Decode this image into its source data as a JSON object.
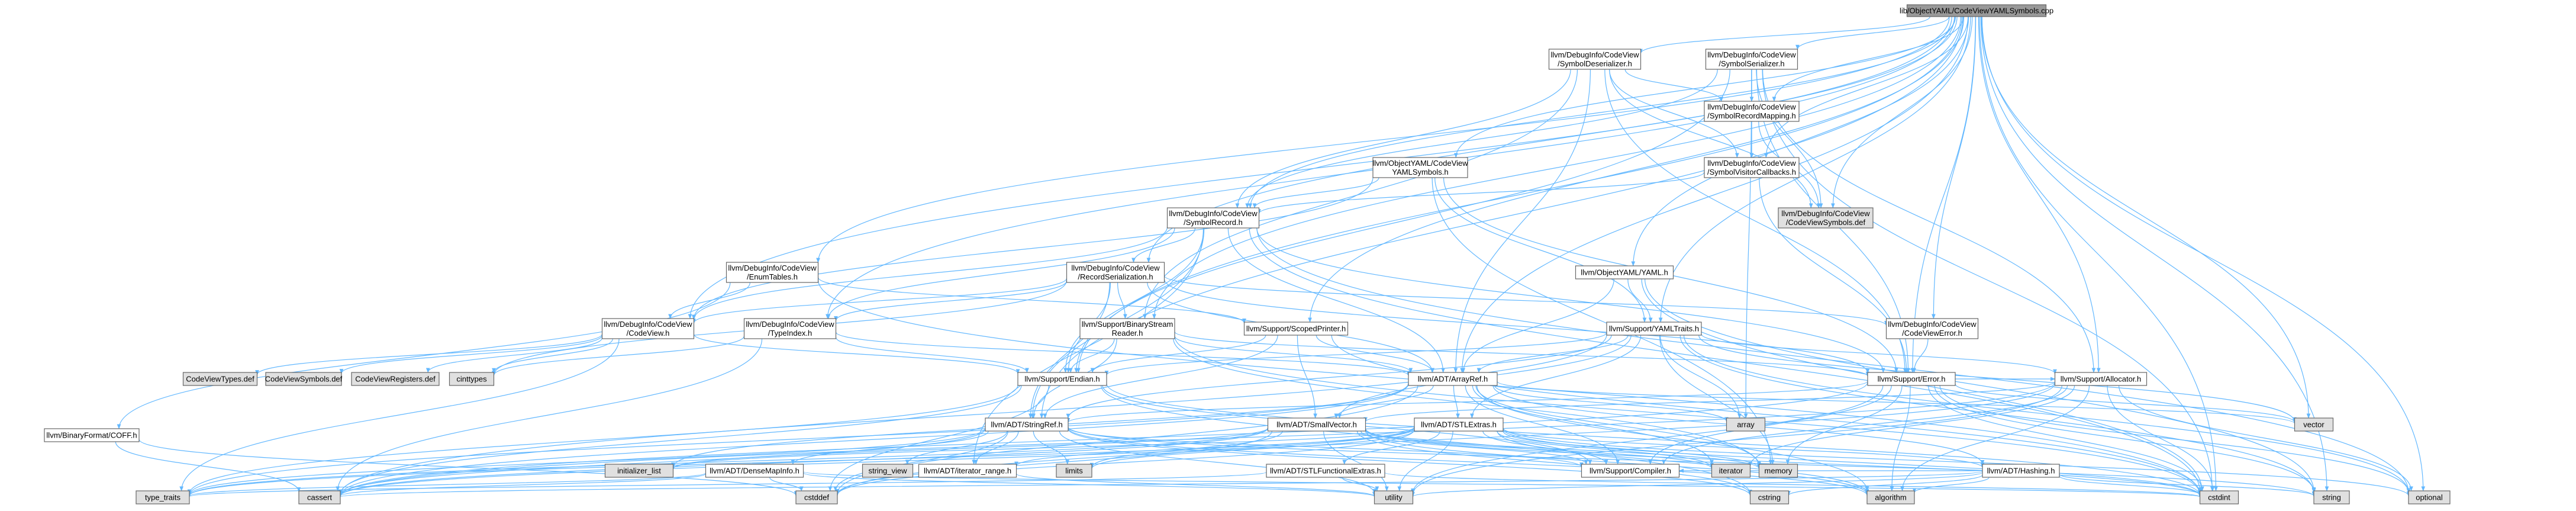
{
  "graph": {
    "colors": {
      "root_fill": "#999999",
      "normal_fill": "#ffffff",
      "red_border": "#ff0000",
      "gray_fill": "#e0e0e0",
      "edge": "#63b8ff"
    },
    "nodes": [
      {
        "id": "root",
        "lines": [
          "lib/ObjectYAML/CodeViewYAMLSymbols.cpp"
        ],
        "style": "root"
      },
      {
        "id": "symdeser",
        "lines": [
          "llvm/DebugInfo/CodeView",
          "/SymbolDeserializer.h"
        ],
        "style": "red"
      },
      {
        "id": "symser",
        "lines": [
          "llvm/DebugInfo/CodeView",
          "/SymbolSerializer.h"
        ],
        "style": "red"
      },
      {
        "id": "symrecmap",
        "lines": [
          "llvm/DebugInfo/CodeView",
          "/SymbolRecordMapping.h"
        ],
        "style": "red"
      },
      {
        "id": "symvis",
        "lines": [
          "llvm/DebugInfo/CodeView",
          "/SymbolVisitorCallbacks.h"
        ],
        "style": "normal"
      },
      {
        "id": "cvsymdef",
        "lines": [
          "llvm/DebugInfo/CodeView",
          "/CodeViewSymbols.def"
        ],
        "style": "gray"
      },
      {
        "id": "yamlsym",
        "lines": [
          "llvm/ObjectYAML/CodeView",
          "YAMLSymbols.h"
        ],
        "style": "normal"
      },
      {
        "id": "symrec",
        "lines": [
          "llvm/DebugInfo/CodeView",
          "/SymbolRecord.h"
        ],
        "style": "red"
      },
      {
        "id": "enumtab",
        "lines": [
          "llvm/DebugInfo/CodeView",
          "/EnumTables.h"
        ],
        "style": "normal"
      },
      {
        "id": "recser",
        "lines": [
          "llvm/DebugInfo/CodeView",
          "/RecordSerialization.h"
        ],
        "style": "normal"
      },
      {
        "id": "objyaml",
        "lines": [
          "llvm/ObjectYAML/YAML.h"
        ],
        "style": "normal"
      },
      {
        "id": "cvh",
        "lines": [
          "llvm/DebugInfo/CodeView",
          "/CodeView.h"
        ],
        "style": "normal"
      },
      {
        "id": "typeidx",
        "lines": [
          "llvm/DebugInfo/CodeView",
          "/TypeIndex.h"
        ],
        "style": "normal"
      },
      {
        "id": "bsr",
        "lines": [
          "llvm/Support/BinaryStream",
          "Reader.h"
        ],
        "style": "red"
      },
      {
        "id": "scoped",
        "lines": [
          "llvm/Support/ScopedPrinter.h"
        ],
        "style": "red"
      },
      {
        "id": "yamltraits",
        "lines": [
          "llvm/Support/YAMLTraits.h"
        ],
        "style": "red"
      },
      {
        "id": "cverr",
        "lines": [
          "llvm/DebugInfo/CodeView",
          "/CodeViewError.h"
        ],
        "style": "normal"
      },
      {
        "id": "cvtypesdef",
        "lines": [
          "CodeViewTypes.def"
        ],
        "style": "gray"
      },
      {
        "id": "cvsymsdef",
        "lines": [
          "CodeViewSymbols.def"
        ],
        "style": "gray"
      },
      {
        "id": "cvregdef",
        "lines": [
          "CodeViewRegisters.def"
        ],
        "style": "gray"
      },
      {
        "id": "cinttypes",
        "lines": [
          "cinttypes"
        ],
        "style": "gray"
      },
      {
        "id": "coff",
        "lines": [
          "llvm/BinaryFormat/COFF.h"
        ],
        "style": "red"
      },
      {
        "id": "endian",
        "lines": [
          "llvm/Support/Endian.h"
        ],
        "style": "red"
      },
      {
        "id": "arrayref",
        "lines": [
          "llvm/ADT/ArrayRef.h"
        ],
        "style": "normal"
      },
      {
        "id": "superr",
        "lines": [
          "llvm/Support/Error.h"
        ],
        "style": "red"
      },
      {
        "id": "alloc",
        "lines": [
          "llvm/Support/Allocator.h"
        ],
        "style": "red"
      },
      {
        "id": "array",
        "lines": [
          "array"
        ],
        "style": "gray"
      },
      {
        "id": "vector",
        "lines": [
          "vector"
        ],
        "style": "gray"
      },
      {
        "id": "stringref",
        "lines": [
          "llvm/ADT/StringRef.h"
        ],
        "style": "normal"
      },
      {
        "id": "smallvec",
        "lines": [
          "llvm/ADT/SmallVector.h"
        ],
        "style": "red"
      },
      {
        "id": "stlextras",
        "lines": [
          "llvm/ADT/STLExtras.h"
        ],
        "style": "red"
      },
      {
        "id": "iterator",
        "lines": [
          "iterator"
        ],
        "style": "gray"
      },
      {
        "id": "memory",
        "lines": [
          "memory"
        ],
        "style": "gray"
      },
      {
        "id": "hashing",
        "lines": [
          "llvm/ADT/Hashing.h"
        ],
        "style": "red"
      },
      {
        "id": "initlist",
        "lines": [
          "initializer_list"
        ],
        "style": "gray"
      },
      {
        "id": "densemap",
        "lines": [
          "llvm/ADT/DenseMapInfo.h"
        ],
        "style": "red"
      },
      {
        "id": "stringview",
        "lines": [
          "string_view"
        ],
        "style": "gray"
      },
      {
        "id": "iterrange",
        "lines": [
          "llvm/ADT/iterator_range.h"
        ],
        "style": "normal"
      },
      {
        "id": "limits",
        "lines": [
          "limits"
        ],
        "style": "gray"
      },
      {
        "id": "stlfunc",
        "lines": [
          "llvm/ADT/STLFunctionalExtras.h"
        ],
        "style": "red"
      },
      {
        "id": "compiler",
        "lines": [
          "llvm/Support/Compiler.h"
        ],
        "style": "red"
      },
      {
        "id": "typetraits",
        "lines": [
          "type_traits"
        ],
        "style": "gray"
      },
      {
        "id": "cassert",
        "lines": [
          "cassert"
        ],
        "style": "gray"
      },
      {
        "id": "cstddef",
        "lines": [
          "cstddef"
        ],
        "style": "gray"
      },
      {
        "id": "utility",
        "lines": [
          "utility"
        ],
        "style": "gray"
      },
      {
        "id": "cstring",
        "lines": [
          "cstring"
        ],
        "style": "gray"
      },
      {
        "id": "algorithm",
        "lines": [
          "algorithm"
        ],
        "style": "gray"
      },
      {
        "id": "cstdint",
        "lines": [
          "cstdint"
        ],
        "style": "gray"
      },
      {
        "id": "string",
        "lines": [
          "string"
        ],
        "style": "gray"
      },
      {
        "id": "optional",
        "lines": [
          "optional"
        ],
        "style": "gray"
      }
    ],
    "edges": [
      [
        "root",
        "symdeser"
      ],
      [
        "root",
        "symser"
      ],
      [
        "root",
        "symrecmap"
      ],
      [
        "root",
        "symvis"
      ],
      [
        "root",
        "cvsymdef"
      ],
      [
        "root",
        "yamlsym"
      ],
      [
        "root",
        "symrec"
      ],
      [
        "root",
        "enumtab"
      ],
      [
        "root",
        "recser"
      ],
      [
        "root",
        "objyaml"
      ],
      [
        "root",
        "cvh"
      ],
      [
        "root",
        "typeidx"
      ],
      [
        "root",
        "scoped"
      ],
      [
        "root",
        "yamltraits"
      ],
      [
        "root",
        "cverr"
      ],
      [
        "root",
        "arrayref"
      ],
      [
        "root",
        "stringref"
      ],
      [
        "root",
        "superr"
      ],
      [
        "root",
        "alloc"
      ],
      [
        "root",
        "vector"
      ],
      [
        "root",
        "cstdint"
      ],
      [
        "root",
        "string"
      ],
      [
        "root",
        "optional"
      ],
      [
        "root",
        "endian"
      ],
      [
        "root",
        "bsr"
      ],
      [
        "symdeser",
        "symrecmap"
      ],
      [
        "symdeser",
        "symvis"
      ],
      [
        "symdeser",
        "symrec"
      ],
      [
        "symdeser",
        "cvsymdef"
      ],
      [
        "symdeser",
        "bsr"
      ],
      [
        "symdeser",
        "superr"
      ],
      [
        "symdeser",
        "arrayref"
      ],
      [
        "symser",
        "symrecmap"
      ],
      [
        "symser",
        "symvis"
      ],
      [
        "symser",
        "symrec"
      ],
      [
        "symser",
        "cvsymdef"
      ],
      [
        "symser",
        "alloc"
      ],
      [
        "symser",
        "superr"
      ],
      [
        "symser",
        "endian"
      ],
      [
        "symser",
        "array"
      ],
      [
        "symser",
        "cstdint"
      ],
      [
        "symrecmap",
        "symvis"
      ],
      [
        "symrecmap",
        "cvsymdef"
      ],
      [
        "symvis",
        "symrec"
      ],
      [
        "symvis",
        "superr"
      ],
      [
        "yamlsym",
        "symrec"
      ],
      [
        "yamlsym",
        "yamltraits"
      ],
      [
        "yamlsym",
        "memory"
      ],
      [
        "yamlsym",
        "superr"
      ],
      [
        "yamlsym",
        "cvh"
      ],
      [
        "symrec",
        "recser"
      ],
      [
        "symrec",
        "cvh"
      ],
      [
        "symrec",
        "typeidx"
      ],
      [
        "symrec",
        "arrayref"
      ],
      [
        "symrec",
        "endian"
      ],
      [
        "symrec",
        "stringref"
      ],
      [
        "symrec",
        "iterrange"
      ],
      [
        "symrec",
        "superr"
      ],
      [
        "symrec",
        "cstdint"
      ],
      [
        "symrec",
        "optional"
      ],
      [
        "enumtab",
        "cvh"
      ],
      [
        "enumtab",
        "scoped"
      ],
      [
        "enumtab",
        "cstdint"
      ],
      [
        "enumtab",
        "coff"
      ],
      [
        "recser",
        "cvh"
      ],
      [
        "recser",
        "cverr"
      ],
      [
        "recser",
        "typeidx"
      ],
      [
        "recser",
        "bsr"
      ],
      [
        "recser",
        "arrayref"
      ],
      [
        "recser",
        "endian"
      ],
      [
        "recser",
        "stringref"
      ],
      [
        "recser",
        "superr"
      ],
      [
        "recser",
        "cinttypes"
      ],
      [
        "objyaml",
        "arrayref"
      ],
      [
        "objyaml",
        "yamltraits"
      ],
      [
        "objyaml",
        "string"
      ],
      [
        "objyaml",
        "cstdint"
      ],
      [
        "cvh",
        "cvtypesdef"
      ],
      [
        "cvh",
        "cvsymsdef"
      ],
      [
        "cvh",
        "cvregdef"
      ],
      [
        "cvh",
        "endian"
      ],
      [
        "cvh",
        "cinttypes"
      ],
      [
        "cvh",
        "typetraits"
      ],
      [
        "typeidx",
        "endian"
      ],
      [
        "typeidx",
        "arrayref"
      ],
      [
        "typeidx",
        "cinttypes"
      ],
      [
        "typeidx",
        "cassert"
      ],
      [
        "bsr",
        "arrayref"
      ],
      [
        "bsr",
        "stringref"
      ],
      [
        "bsr",
        "superr"
      ],
      [
        "bsr",
        "endian"
      ],
      [
        "bsr",
        "memory"
      ],
      [
        "bsr",
        "cstdint"
      ],
      [
        "scoped",
        "arrayref"
      ],
      [
        "scoped",
        "stringref"
      ],
      [
        "scoped",
        "smallvec"
      ],
      [
        "scoped",
        "endian"
      ],
      [
        "scoped",
        "cstdint"
      ],
      [
        "yamltraits",
        "arrayref"
      ],
      [
        "yamltraits",
        "stringref"
      ],
      [
        "yamltraits",
        "alloc"
      ],
      [
        "yamltraits",
        "endian"
      ],
      [
        "yamltraits",
        "smallvec"
      ],
      [
        "yamltraits",
        "stlextras"
      ],
      [
        "yamltraits",
        "vector"
      ],
      [
        "yamltraits",
        "optional"
      ],
      [
        "yamltraits",
        "memory"
      ],
      [
        "yamltraits",
        "string"
      ],
      [
        "yamltraits",
        "cassert"
      ],
      [
        "yamltraits",
        "array"
      ],
      [
        "cverr",
        "superr"
      ],
      [
        "endian",
        "compiler"
      ],
      [
        "endian",
        "cassert"
      ],
      [
        "endian",
        "cstddef"
      ],
      [
        "endian",
        "cstdint"
      ],
      [
        "endian",
        "cstring"
      ],
      [
        "endian",
        "typetraits"
      ],
      [
        "arrayref",
        "compiler"
      ],
      [
        "arrayref",
        "hashing"
      ],
      [
        "arrayref",
        "smallvec"
      ],
      [
        "arrayref",
        "stlextras"
      ],
      [
        "arrayref",
        "algorithm"
      ],
      [
        "arrayref",
        "array"
      ],
      [
        "arrayref",
        "cassert"
      ],
      [
        "arrayref",
        "cstddef"
      ],
      [
        "arrayref",
        "initlist"
      ],
      [
        "arrayref",
        "iterator"
      ],
      [
        "arrayref",
        "memory"
      ],
      [
        "arrayref",
        "typetraits"
      ],
      [
        "arrayref",
        "vector"
      ],
      [
        "superr",
        "compiler"
      ],
      [
        "superr",
        "stringref"
      ],
      [
        "superr",
        "alloc"
      ],
      [
        "superr",
        "algorithm"
      ],
      [
        "superr",
        "cassert"
      ],
      [
        "superr",
        "cstdint"
      ],
      [
        "superr",
        "memory"
      ],
      [
        "superr",
        "optional"
      ],
      [
        "superr",
        "string"
      ],
      [
        "superr",
        "utility"
      ],
      [
        "superr",
        "vector"
      ],
      [
        "alloc",
        "compiler"
      ],
      [
        "alloc",
        "smallvec"
      ],
      [
        "alloc",
        "algorithm"
      ],
      [
        "alloc",
        "cassert"
      ],
      [
        "alloc",
        "cstddef"
      ],
      [
        "alloc",
        "cstdint"
      ],
      [
        "alloc",
        "iterator"
      ],
      [
        "alloc",
        "optional"
      ],
      [
        "alloc",
        "utility"
      ],
      [
        "stringref",
        "densemap"
      ],
      [
        "stringref",
        "iterrange"
      ],
      [
        "stringref",
        "compiler"
      ],
      [
        "stringref",
        "algorithm"
      ],
      [
        "stringref",
        "cassert"
      ],
      [
        "stringref",
        "cstddef"
      ],
      [
        "stringref",
        "cstring"
      ],
      [
        "stringref",
        "limits"
      ],
      [
        "stringref",
        "string"
      ],
      [
        "stringref",
        "stringview"
      ],
      [
        "stringref",
        "typetraits"
      ],
      [
        "stringref",
        "utility"
      ],
      [
        "smallvec",
        "compiler"
      ],
      [
        "smallvec",
        "algorithm"
      ],
      [
        "smallvec",
        "cassert"
      ],
      [
        "smallvec",
        "cstddef"
      ],
      [
        "smallvec",
        "cstring"
      ],
      [
        "smallvec",
        "initlist"
      ],
      [
        "smallvec",
        "iterator"
      ],
      [
        "smallvec",
        "limits"
      ],
      [
        "smallvec",
        "memory"
      ],
      [
        "smallvec",
        "typetraits"
      ],
      [
        "smallvec",
        "utility"
      ],
      [
        "smallvec",
        "cstdint"
      ],
      [
        "stlextras",
        "hashing"
      ],
      [
        "stlextras",
        "stlfunc"
      ],
      [
        "stlextras",
        "iterrange"
      ],
      [
        "stlextras",
        "compiler"
      ],
      [
        "stlextras",
        "algorithm"
      ],
      [
        "stlextras",
        "cassert"
      ],
      [
        "stlextras",
        "cstddef"
      ],
      [
        "stlextras",
        "cstdint"
      ],
      [
        "stlextras",
        "initlist"
      ],
      [
        "stlextras",
        "iterator"
      ],
      [
        "stlextras",
        "limits"
      ],
      [
        "stlextras",
        "memory"
      ],
      [
        "stlextras",
        "optional"
      ],
      [
        "stlextras",
        "typetraits"
      ],
      [
        "stlextras",
        "utility"
      ],
      [
        "hashing",
        "compiler"
      ],
      [
        "hashing",
        "algorithm"
      ],
      [
        "hashing",
        "cassert"
      ],
      [
        "hashing",
        "cstring"
      ],
      [
        "hashing",
        "string"
      ],
      [
        "hashing",
        "utility"
      ],
      [
        "hashing",
        "cstdint"
      ],
      [
        "densemap",
        "cassert"
      ],
      [
        "densemap",
        "cstddef"
      ],
      [
        "densemap",
        "cstdint"
      ],
      [
        "densemap",
        "typetraits"
      ],
      [
        "densemap",
        "utility"
      ],
      [
        "iterrange",
        "utility"
      ],
      [
        "stlfunc",
        "cstdint"
      ],
      [
        "stlfunc",
        "typetraits"
      ],
      [
        "stlfunc",
        "utility"
      ],
      [
        "coff",
        "cassert"
      ],
      [
        "coff",
        "cstddef"
      ]
    ]
  }
}
